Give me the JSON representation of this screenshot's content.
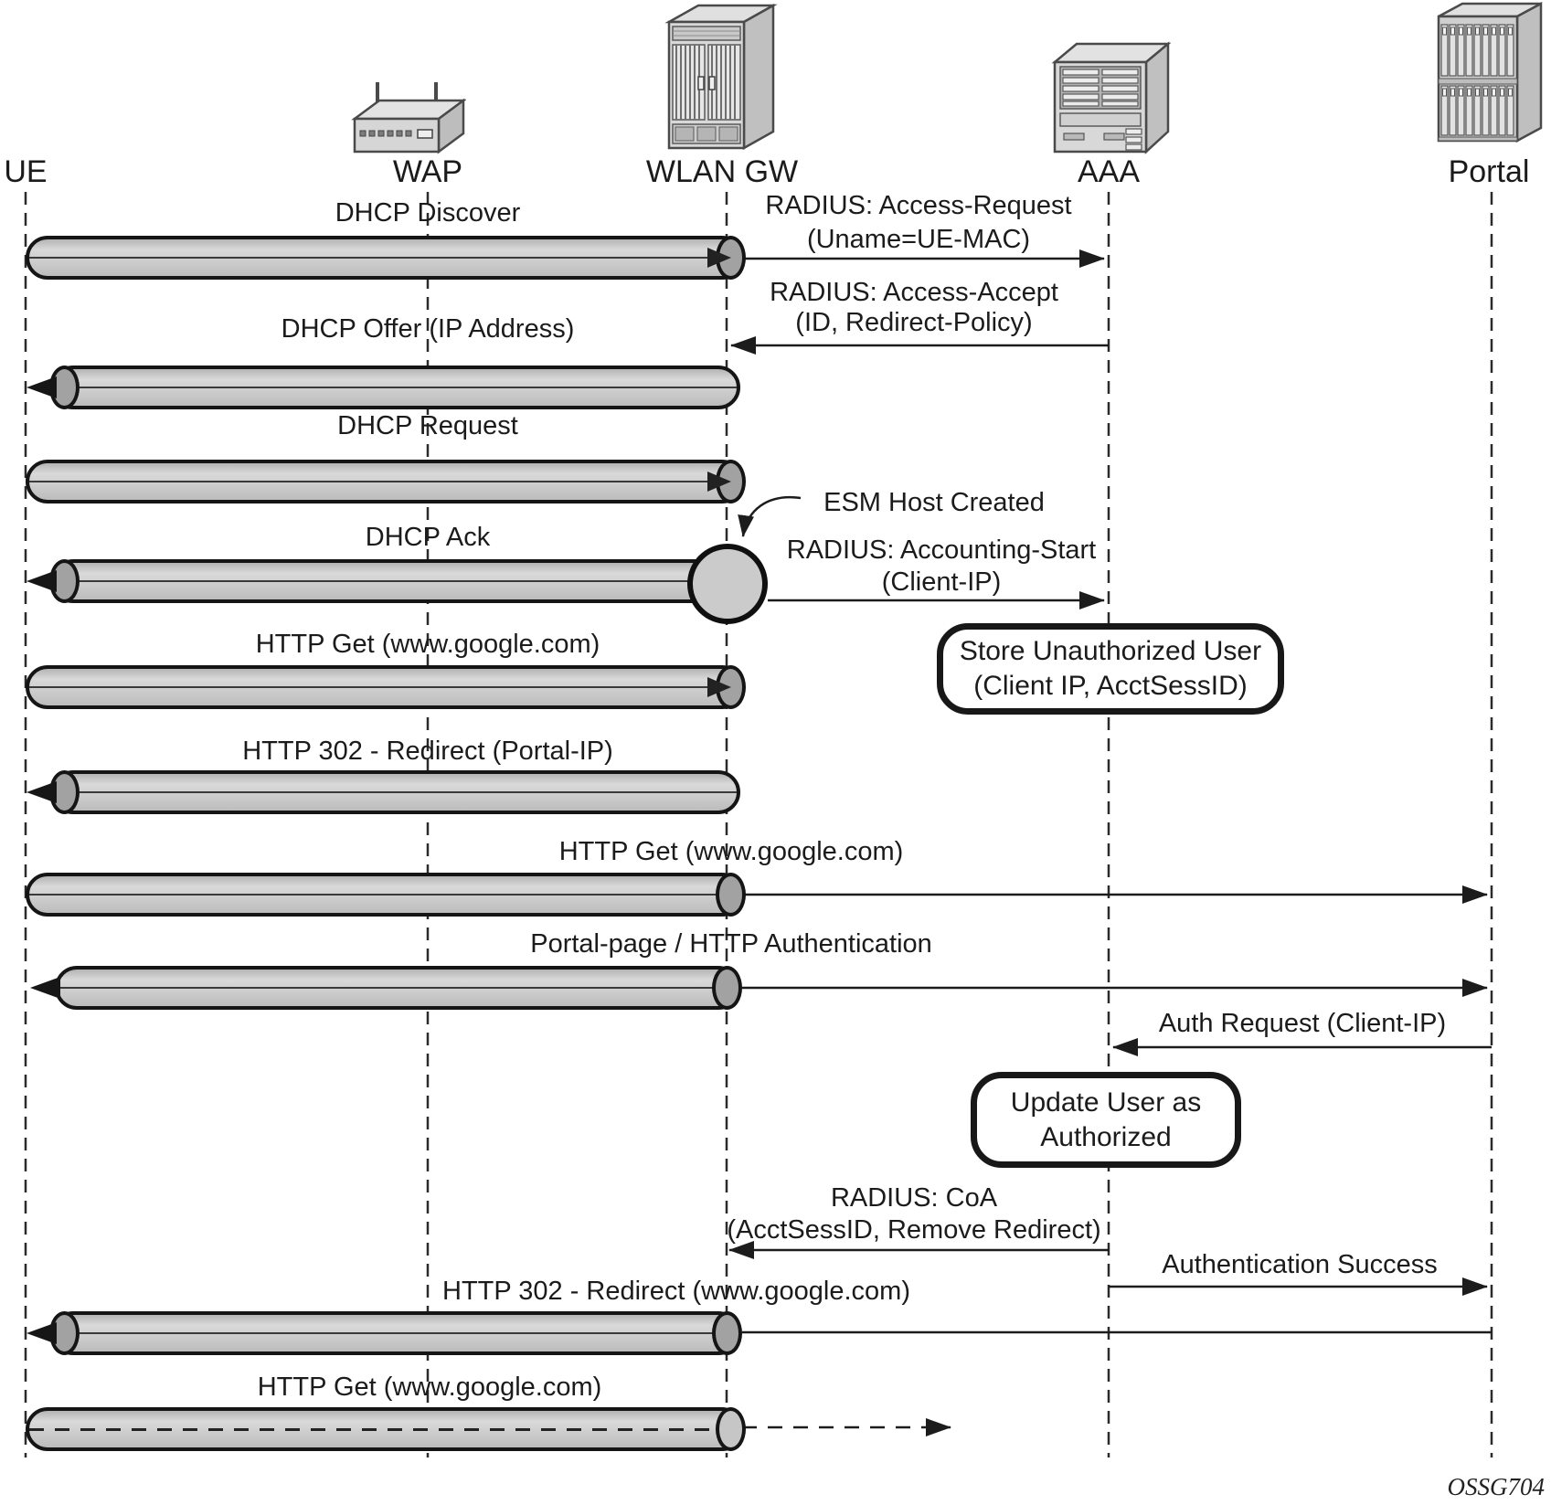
{
  "title": "Portal authentication call flow diagram",
  "actors": [
    {
      "name": "UE"
    },
    {
      "name": "WAP"
    },
    {
      "name": "WLAN GW"
    },
    {
      "name": "AAA"
    },
    {
      "name": "Portal"
    }
  ],
  "icons": [
    "wireless-access-point",
    "router-chassis",
    "aaa-server",
    "portal-server-chassis"
  ],
  "messages": {
    "dhcp_discover": "DHCP Discover",
    "access_request_1": "RADIUS: Access-Request",
    "access_request_2": "(Uname=UE-MAC)",
    "access_accept_1": "RADIUS: Access-Accept",
    "access_accept_2": "(ID, Redirect-Policy)",
    "dhcp_offer": "DHCP Offer (IP Address)",
    "dhcp_request": "DHCP Request",
    "esm_host_created": "ESM Host Created",
    "dhcp_ack": "DHCP Ack",
    "accounting_start_1": "RADIUS: Accounting-Start",
    "accounting_start_2": "(Client-IP)",
    "http_get_1": "HTTP Get (www.google.com)",
    "store_user_1": "Store Unauthorized User",
    "store_user_2": "(Client IP, AcctSessID)",
    "http_302_portal": "HTTP 302 - Redirect (Portal-IP)",
    "http_get_2": "HTTP Get (www.google.com)",
    "portal_page": "Portal-page / HTTP Authentication",
    "auth_request": "Auth Request (Client-IP)",
    "update_user_1": "Update User as",
    "update_user_2": "Authorized",
    "coa_1": "RADIUS: CoA",
    "coa_2": "(AcctSessID, Remove Redirect)",
    "auth_success": "Authentication Success",
    "http_302_google": "HTTP 302 - Redirect (www.google.com)",
    "http_get_3": "HTTP Get (www.google.com)"
  },
  "footer": {
    "figure_id": "OSSG704"
  },
  "colors": {
    "background": "#ffffff",
    "tube_fill": "#c9c9c9",
    "tube_cap": "#a2a2a2",
    "line": "#1c1c1c",
    "text": "#1b1b1b"
  }
}
